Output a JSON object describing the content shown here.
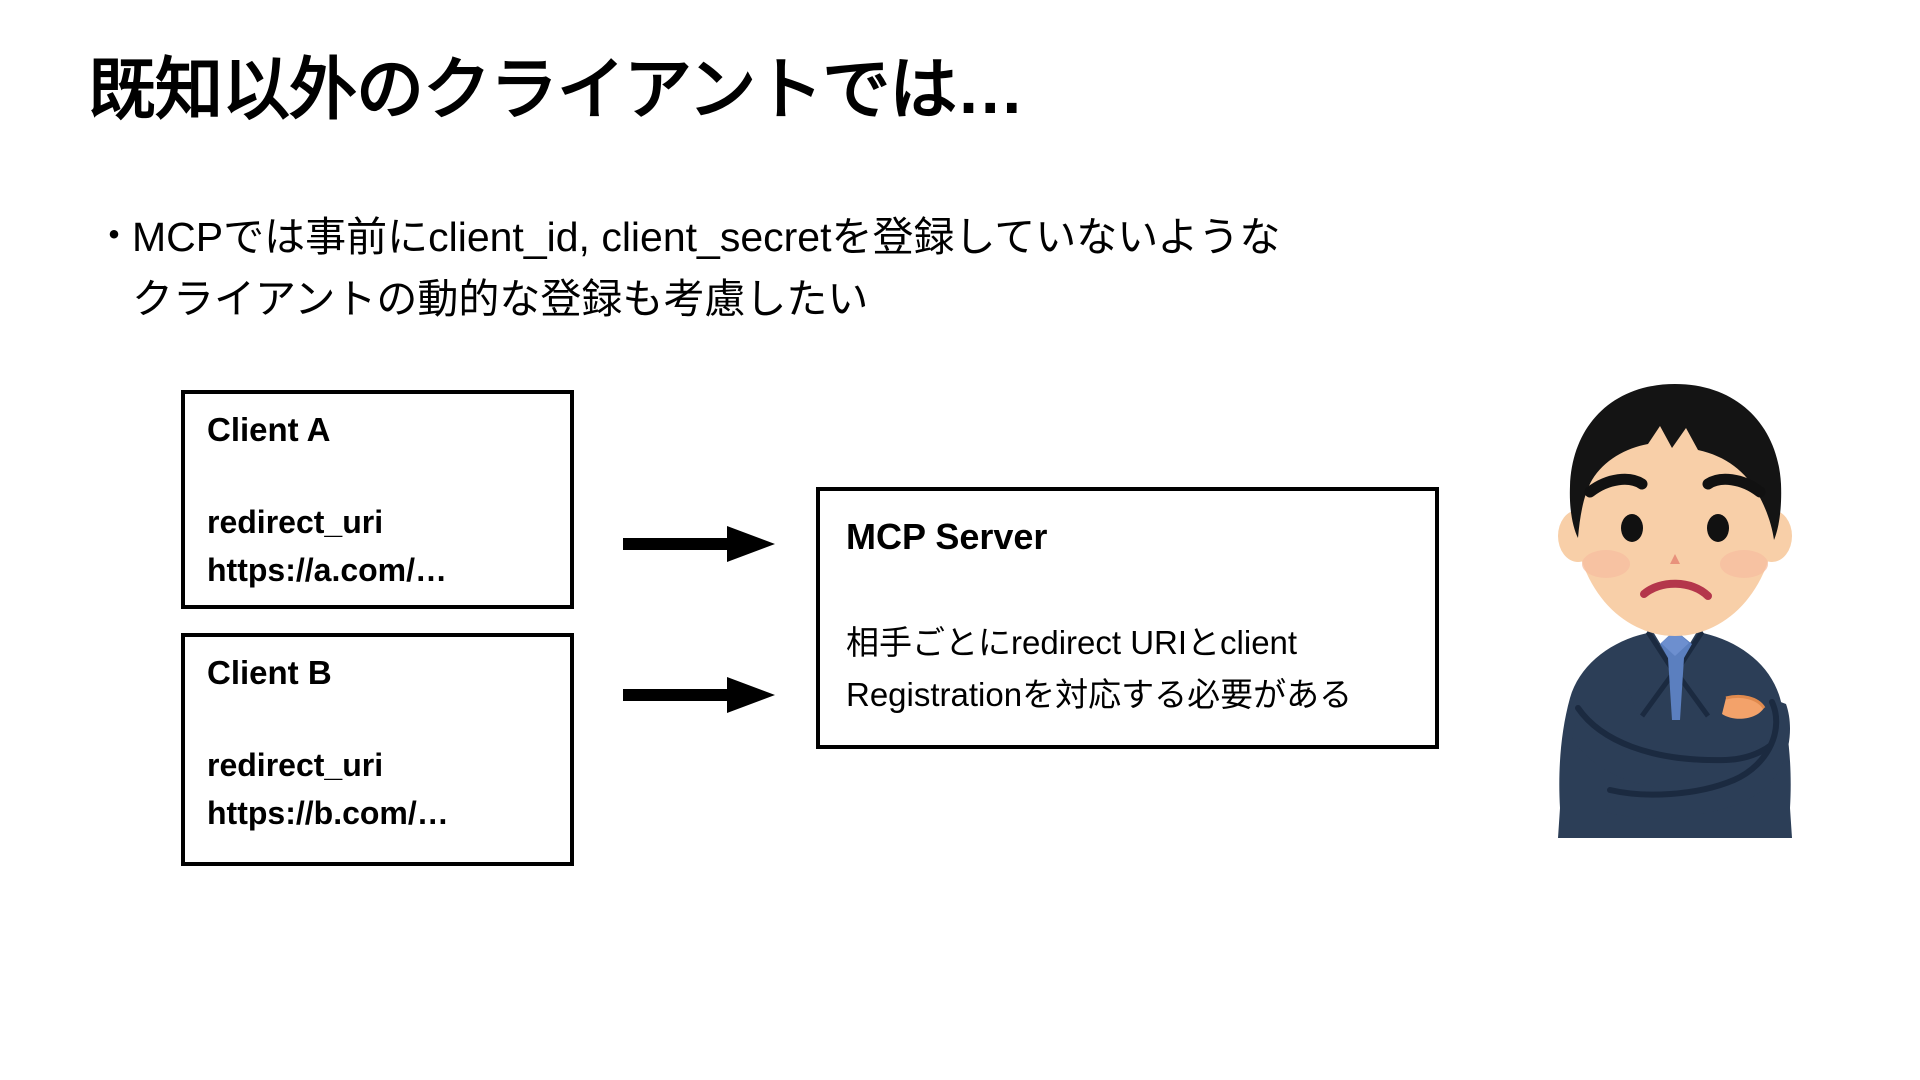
{
  "slide": {
    "title": "既知以外のクライアントでは…",
    "bullets": [
      {
        "marker": "・",
        "line1": "MCPでは事前にclient_id, client_secretを登録していないような",
        "line2": "クライアントの動的な登録も考慮したい"
      }
    ],
    "diagram": {
      "client_a": {
        "title": "Client A",
        "label": "redirect_uri",
        "value": "https://a.com/…"
      },
      "client_b": {
        "title": "Client B",
        "label": "redirect_uri",
        "value": "https://b.com/…"
      },
      "mcp_server": {
        "title": "MCP Server",
        "note_line1": "相手ごとにredirect URIとclient",
        "note_line2": "Registrationを対応する必要がある"
      },
      "arrows": [
        {
          "name": "client-a-to-mcp-server"
        },
        {
          "name": "client-b-to-mcp-server"
        }
      ]
    },
    "illustration": {
      "alt": "困った顔で腕を組むスーツ姿の男性のイラスト"
    },
    "colors": {
      "background": "#ffffff",
      "text": "#000000",
      "stroke": "#000000",
      "suit": "#2c3e57",
      "tie": "#5b7fbf",
      "skin": "#f8cfa8",
      "hair": "#1a1a1a",
      "mouth": "#b4364b"
    }
  }
}
